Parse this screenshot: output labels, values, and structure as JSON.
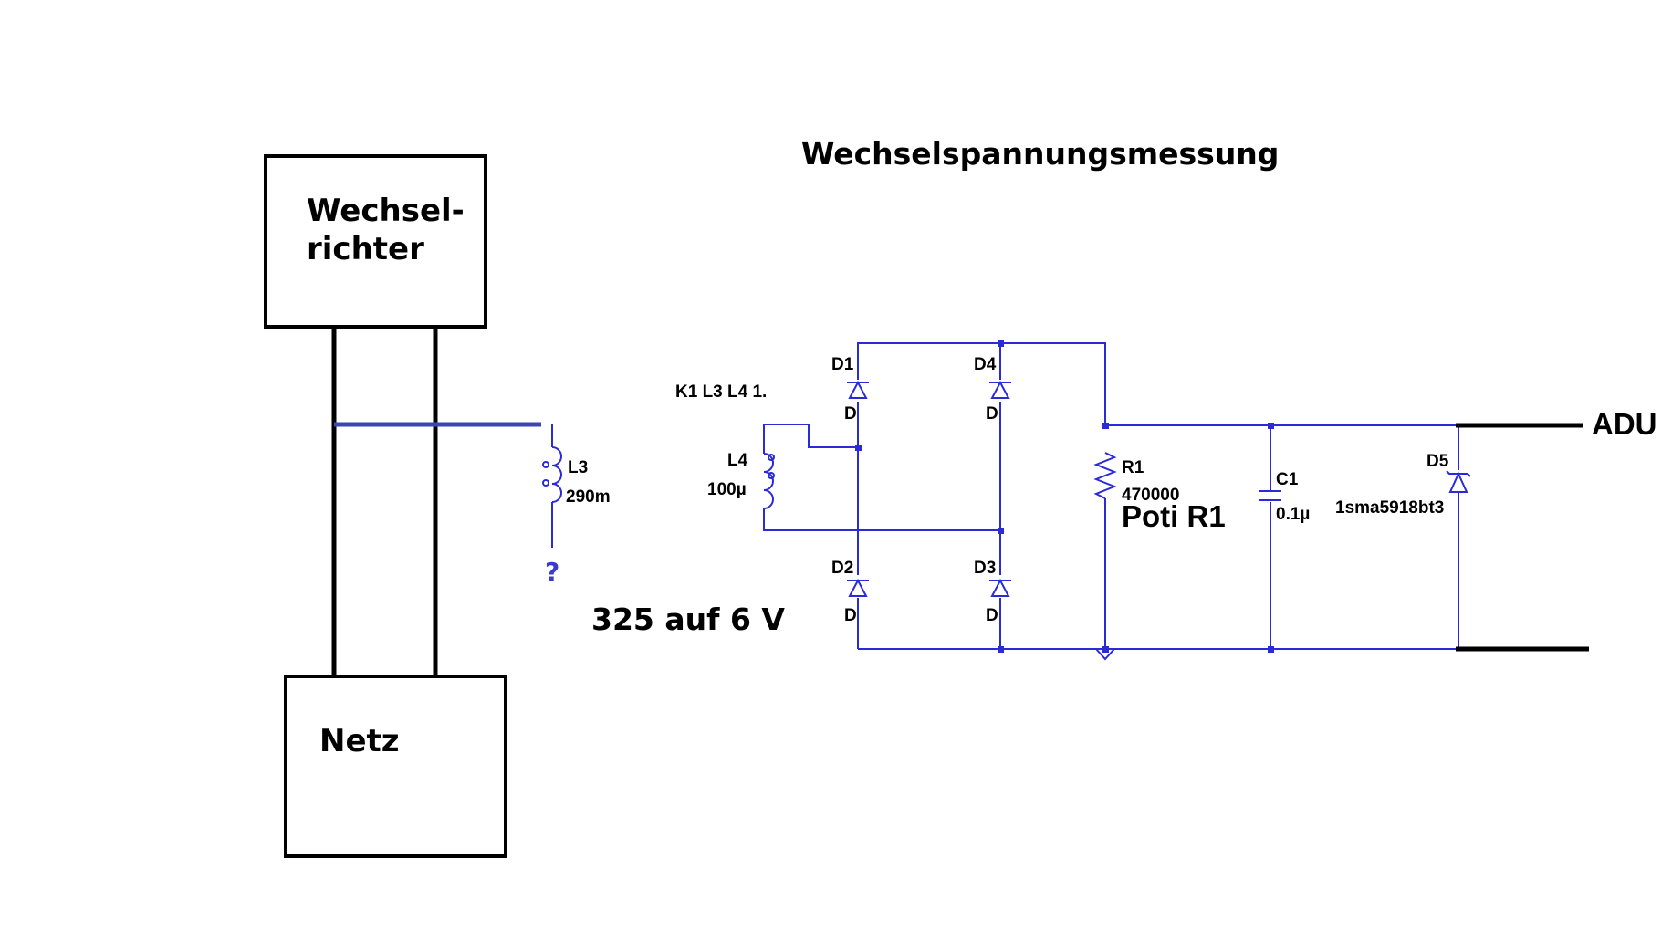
{
  "title": "Wechselspannungsmessung",
  "boxes": {
    "inverter": {
      "line1": "Wechsel-",
      "line2": "richter"
    },
    "grid": {
      "label": "Netz"
    }
  },
  "note_ratio": "325 auf 6 V",
  "question_mark": "?",
  "coupling": "K1 L3 L4 1.",
  "components": {
    "L3": {
      "name": "L3",
      "value": "290m"
    },
    "L4": {
      "name": "L4",
      "value": "100µ"
    },
    "D1": {
      "name": "D1",
      "model": "D"
    },
    "D2": {
      "name": "D2",
      "model": "D"
    },
    "D3": {
      "name": "D3",
      "model": "D"
    },
    "D4": {
      "name": "D4",
      "model": "D"
    },
    "R1": {
      "name": "R1",
      "value": "470000",
      "note": "Poti R1"
    },
    "C1": {
      "name": "C1",
      "value": "0.1µ"
    },
    "D5": {
      "name": "D5",
      "model": "1sma5918bt3"
    }
  },
  "output_label": "ADU",
  "colors": {
    "wire": "#2a2ad8",
    "line": "#000000",
    "tap": "#3a46b6"
  }
}
